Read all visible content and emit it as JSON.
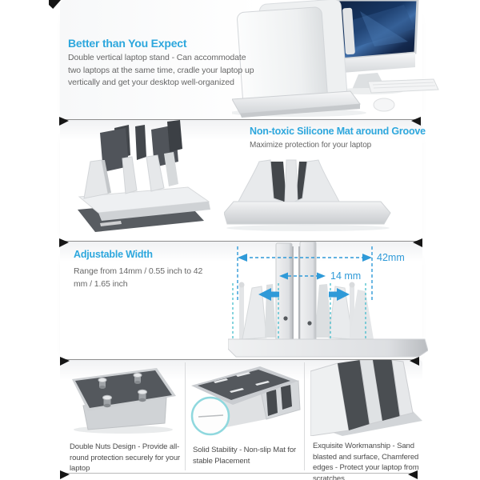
{
  "meta": {
    "type": "product-feature-infographic",
    "product": "dual vertical laptop stand"
  },
  "colors": {
    "accent_blue": "#2da7dd",
    "measure_blue": "#2f9ad8",
    "teal_dashed": "#45bccb",
    "body_text": "#676767",
    "caption_text": "#4b4b4b",
    "dark_silicone_mat": "#4e5257",
    "aluminum_silver": "#dadcde",
    "divider_marker": "#161616"
  },
  "sections": {
    "hero": {
      "title": "Better than You Expect",
      "body": "Double vertical laptop stand - Can accommodate two laptops at the same time, cradle your laptop up vertically and get your desktop well-organized"
    },
    "silicone": {
      "title": "Non-toxic Silicone Mat around Groove",
      "body": "Maximize protection for your laptop"
    },
    "adjustable": {
      "title": "Adjustable Width",
      "body": "Range from 14mm / 0.55 inch to 42 mm / 1.65 inch",
      "outer_width_label": "42mm",
      "inner_width_label": "14 mm"
    },
    "features": {
      "items": [
        {
          "caption": "Double Nuts Design - Provide all-round protection securely for your laptop"
        },
        {
          "caption": "Solid Stability - Non-slip Mat for stable Placement"
        },
        {
          "caption": "Exquisite Workmanship - Sand blasted and surface, Chamfered edges - Protect your laptop from scratches"
        }
      ]
    }
  }
}
